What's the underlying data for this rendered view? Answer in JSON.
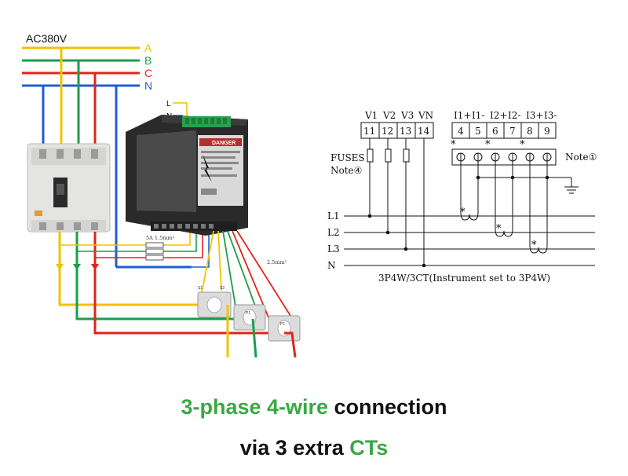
{
  "left_diagram": {
    "supply_label": "AC380V",
    "phases": [
      {
        "label": "A",
        "color": "#f2c200"
      },
      {
        "label": "B",
        "color": "#1a9e4a"
      },
      {
        "label": "C",
        "color": "#e0251b"
      },
      {
        "label": "N",
        "color": "#1f5fd1"
      }
    ],
    "meter_aux_labels": [
      "L",
      "N"
    ],
    "fuse_label": "5A   1.5mm²",
    "ct_wire_label": "2.5mm²",
    "meter_danger": "DANGER",
    "ct_terminal_labels": [
      "S1",
      "S2",
      "P1"
    ]
  },
  "right_diagram": {
    "voltage_terminals": [
      {
        "name": "V1",
        "num": "11"
      },
      {
        "name": "V2",
        "num": "12"
      },
      {
        "name": "V3",
        "num": "13"
      },
      {
        "name": "VN",
        "num": "14"
      }
    ],
    "current_terminals": [
      {
        "name": "I1+",
        "num": "4"
      },
      {
        "name": "I1-",
        "num": "5"
      },
      {
        "name": "I2+",
        "num": "6"
      },
      {
        "name": "I2-",
        "num": "7"
      },
      {
        "name": "I3+",
        "num": "8"
      },
      {
        "name": "I3-",
        "num": "9"
      }
    ],
    "fuses_label": "FUSES",
    "note4": "Note④",
    "note1": "Note①",
    "lines": [
      "L1",
      "L2",
      "L3",
      "N"
    ],
    "mode_label": "3P4W/3CT(Instrument set to 3P4W)"
  },
  "caption": {
    "line1_green": "3-phase 4-wire",
    "line1_black": " connection",
    "line2_black": "via 3 extra ",
    "line2_green": "CTs"
  }
}
